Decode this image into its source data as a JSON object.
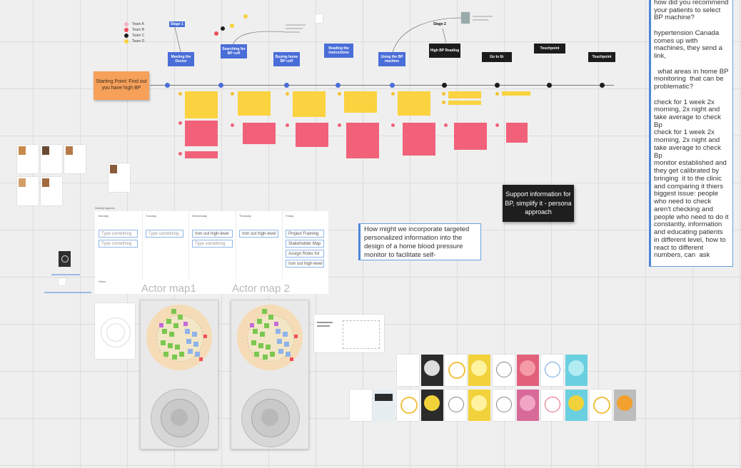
{
  "legend": [
    {
      "label": "Team A",
      "color": "#f9b3c2"
    },
    {
      "label": "Team B",
      "color": "#f04d5b"
    },
    {
      "label": "Team C",
      "color": "#1c1c1c"
    },
    {
      "label": "Team D",
      "color": "#fbd23f"
    }
  ],
  "stage_tags": {
    "stage1": "Stage 1",
    "stage2": "Stage 2"
  },
  "stages_blue": [
    "Meeting the Doctor",
    "Searching for BP cuff",
    "Buying home BP cuff",
    "Reading the instructions",
    "Using the BP machine"
  ],
  "stages_black": [
    "High BP Reading",
    "Go to Er",
    "Touchpoint",
    "Touchpoint"
  ],
  "start_point": "Starting Point: Find out you have high BP",
  "support_note": "Support information for BP, simplify it - persona approach",
  "hmw_note": "How might we incorporate targeted personalized information into the design of a home blood pressure monitor to facilitate self-",
  "right_panel": "how did you recommend your patients to select BP machine?\n\nhypertension Canada comes up with machines, they send a link,\n\n  what areas in home BP monitoring  that can be problematic?\n\ncheck for 1 week 2x morning, 2x night and take average to check Bp\ncheck for 1 week 2x morning, 2x night and take average to check Bp\nmonitor established and they get calibrated by bringing  it to the clinic and comparing it thiers\nbiggest issue: people who need to check aren't checking and people who need to do it constantly, information and educating patients in different level, how to react to different numbers, can  ask",
  "weekly": {
    "title": "Weekly Agenda",
    "days": [
      "Monday",
      "Tuesday",
      "Wednesday",
      "Thursday",
      "Friday"
    ],
    "cards": [
      [
        "Type something",
        "Type something"
      ],
      [
        "Type something"
      ],
      [
        "Iron out high-level",
        "Type something"
      ],
      [
        "Iron out high-level"
      ],
      [
        "Project Framing",
        "Stakeholder Map",
        "Assign Roles for",
        "Iron out high-level"
      ]
    ],
    "notes_label": "Notes"
  },
  "actor_maps": [
    "Actor map1",
    "Actor map 2"
  ],
  "colors": {
    "accent_blue": "#4a6ed8",
    "sticky_yellow": "#fbd23f",
    "sticky_pink": "#f2617a",
    "start_orange": "#f6a05a"
  }
}
